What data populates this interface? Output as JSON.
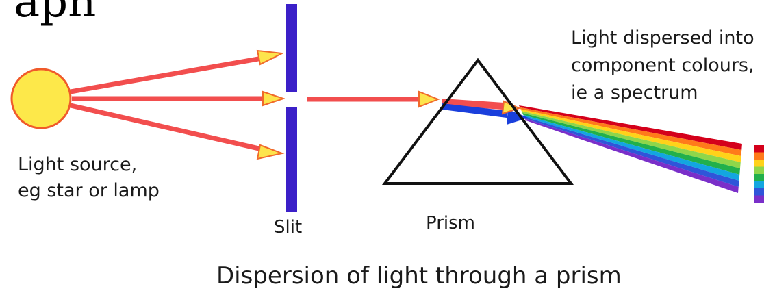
{
  "header_fragment": "aph",
  "labels": {
    "source_line1": "Light source,",
    "source_line2": "eg star or lamp",
    "slit": "Slit",
    "prism": "Prism",
    "dispersed_line1": "Light dispersed into",
    "dispersed_line2": "component colours,",
    "dispersed_line3": "ie a spectrum",
    "caption": "Dispersion of light through a prism"
  },
  "colors": {
    "light_beam": "#f24e4e",
    "arrow_head": "#fde44c",
    "arrow_head_stroke": "#f06a2a",
    "source_fill": "#fde84a",
    "source_stroke": "#f05a2a",
    "slit": "#3b20c8",
    "refracted_beam": "#1a3fdc",
    "prism_outline": "#111111",
    "spectrum": [
      "#d4001b",
      "#ff7a1a",
      "#ffd21a",
      "#8ed64a",
      "#21b04b",
      "#13a6e0",
      "#2f55d9",
      "#7a2fc9"
    ]
  }
}
